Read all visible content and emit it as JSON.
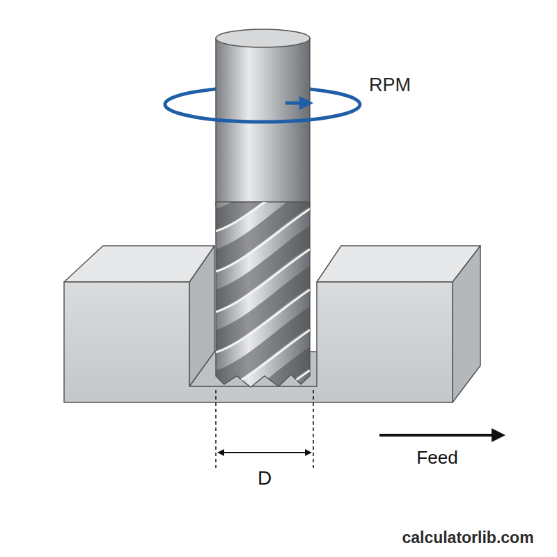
{
  "diagram": {
    "labels": [
      "RPM",
      "D",
      "Feed",
      "calculatorlib.com"
    ]
  }
}
